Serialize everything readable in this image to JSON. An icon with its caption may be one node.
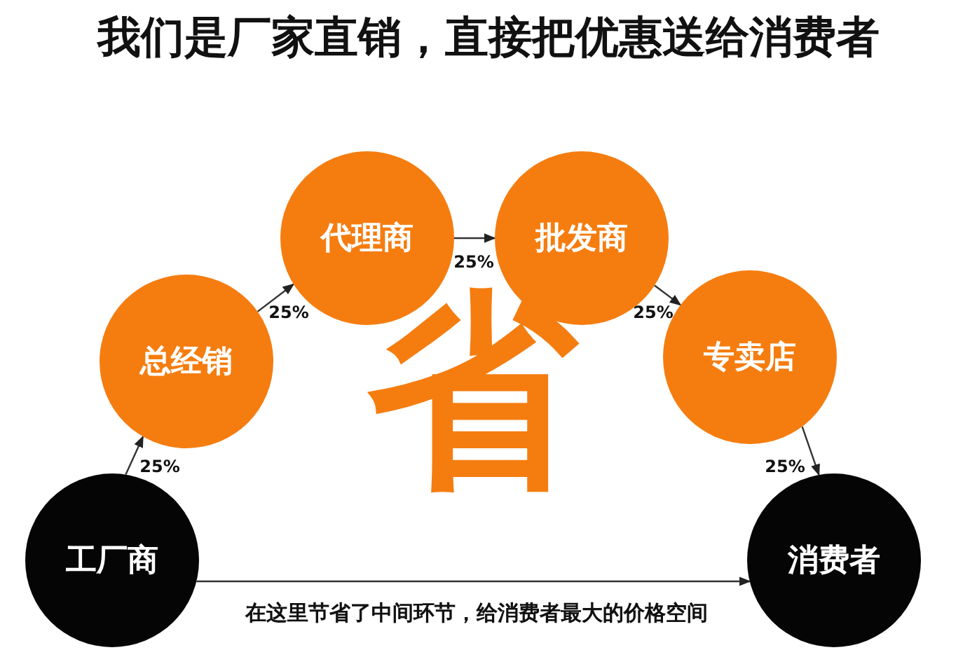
{
  "diagram": {
    "title": "我们是厂家直销，直接把优惠送给消费者",
    "nodes": [
      {
        "text": [
          "工厂商"
        ]
      },
      {
        "text": [
          "总经销"
        ]
      },
      {
        "text": [
          "代理商"
        ]
      },
      {
        "text": [
          "批发商"
        ]
      },
      {
        "text": [
          "专卖店"
        ]
      },
      {
        "text": [
          "消费者"
        ]
      }
    ],
    "edges": [
      {
        "from": 0,
        "to": 1,
        "arrow": "to",
        "label": "25%"
      },
      {
        "from": 1,
        "to": 2,
        "arrow": "to",
        "label": "25%"
      },
      {
        "from": 2,
        "to": 3,
        "arrow": "to",
        "label": "25%"
      },
      {
        "from": 3,
        "to": 4,
        "arrow": "to",
        "label": "25%"
      },
      {
        "from": 4,
        "to": 5,
        "arrow": "to",
        "label": "25%"
      },
      {
        "from": 0,
        "to": 5,
        "arrow": "to",
        "label": "在这里节省了中间环节，给消费者最大的价格空间"
      }
    ],
    "labels": [
      "省"
    ]
  }
}
